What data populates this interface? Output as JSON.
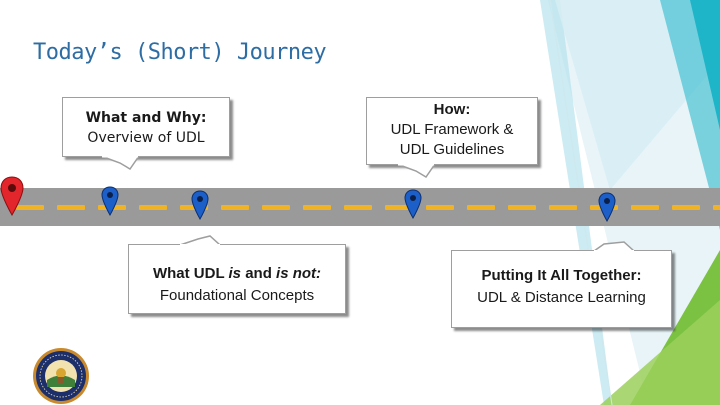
{
  "slide": {
    "title": "Today’s (Short) Journey"
  },
  "callouts": {
    "what_why": {
      "heading": "What and Why:",
      "body": "Overview of UDL"
    },
    "how": {
      "heading": "How:",
      "line1": "UDL Framework &",
      "line2": "UDL Guidelines"
    },
    "what_udl": {
      "heading_part1": "What UDL ",
      "heading_em1": "is",
      "heading_part2": " and ",
      "heading_em2": "is not:",
      "body": "Foundational Concepts"
    },
    "together": {
      "heading": "Putting It All Together:",
      "body": "UDL & Distance Learning"
    }
  },
  "colors": {
    "title": "#2e6da4",
    "road": "#9a9a9a",
    "road_dash": "#f0b323",
    "pin_start": "#e3262b",
    "pin_stop": "#1d5fc9",
    "accent_green": "#7cc242",
    "accent_teal": "#1fb5c9"
  },
  "icons": {
    "start_pin": "map-pin-red-icon",
    "stop_pin": "map-pin-blue-icon",
    "seal": "department-seal-logo"
  }
}
